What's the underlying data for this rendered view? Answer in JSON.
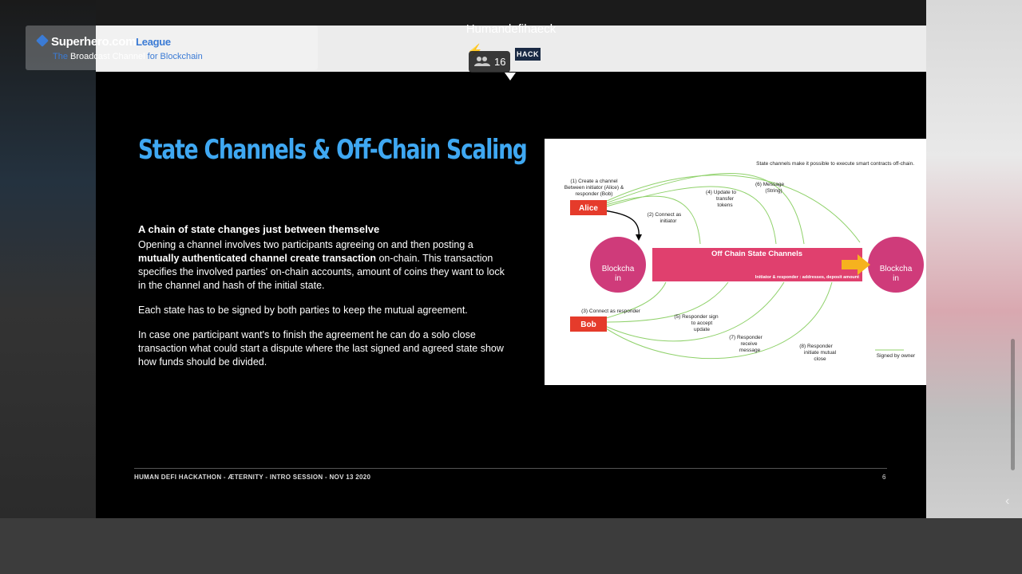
{
  "watermark": {
    "brand": "Superhero.com",
    "brand_suffix": "League",
    "sub_prefix": "The",
    "sub_main": "Broadcast Channel",
    "sub_suffix": "for Blockchain"
  },
  "stream": {
    "room_title": "Humandefihaeck",
    "logo_text": "HACK",
    "viewer_count": "16"
  },
  "slide": {
    "title": "State Channels & Off-Chain Scaling",
    "heading": "A chain of state changes just between themselve",
    "para1_start": "Opening a channel involves two participants agreeing on and then posting a",
    "para1_bold": "mutually authenticated channel create transaction",
    "para1_rest": "on-chain. This transaction specifies the involved parties' on-chain accounts, amount of coins they want to lock in the channel and hash of the initial state.",
    "para2": "Each state has to be signed by both parties to keep the mutual agreement.",
    "para3": "In case one participant want's to finish the agreement he can do a solo close transaction what could start a dispute where the last signed and agreed state show how funds should be divided.",
    "footer": "HUMAN DEFI HACKATHON - ÆTERNITY - INTRO SESSION - NOV 13 2020",
    "page_number": "6"
  },
  "diagram": {
    "top_note": "State channels make it possible to execute smart contracts off-chain.",
    "step1": [
      "(1) Create a channel",
      "Between initiator (Alice) &",
      "responder (Bob)"
    ],
    "alice": "Alice",
    "bob": "Bob",
    "step2": [
      "(2) Connect as",
      "initiator"
    ],
    "step3": "(3) Connect as responder",
    "step4": [
      "(4) Update to",
      "transfer",
      "tokens"
    ],
    "step5": [
      "(5) Responder sign",
      "to accept",
      "update"
    ],
    "step6": [
      "(6) Message",
      "(String)"
    ],
    "step7": [
      "(7) Responder",
      "receive",
      "message"
    ],
    "step8": [
      "(8) Responder",
      "initiate mutual",
      "close"
    ],
    "blockchain_left": [
      "Blockcha",
      "in"
    ],
    "blockchain_right": [
      "Blockcha",
      "in"
    ],
    "offchain_title": "Off Chain State Channels",
    "offchain_sub": "Initiator & responder : addresses, deposit amount",
    "legend": "Signed by owner",
    "colors": {
      "red_box": "#e53b2b",
      "blockchain_circle": "#cf3b7a",
      "channel_bar": "#e0406e",
      "green_line": "#8fd16a",
      "arrow": "#f6b21e"
    }
  }
}
